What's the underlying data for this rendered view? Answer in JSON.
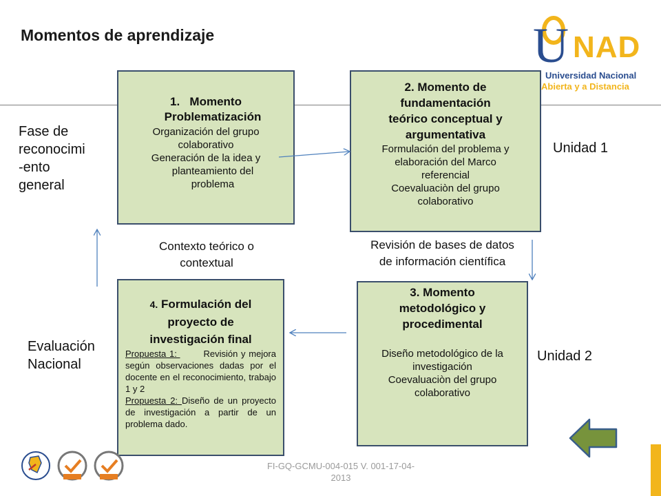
{
  "title": "Momentos de aprendizaje",
  "logo": {
    "u": "U",
    "nad": "NAD",
    "line1": "Universidad Nacional",
    "line2": "Abierta y a Distancia"
  },
  "left_labels": {
    "fase": [
      "Fase de",
      "reconocimi",
      "-ento",
      "general"
    ],
    "evaluacion": [
      "Evaluación",
      "Nacional"
    ]
  },
  "right_labels": {
    "unidad1": "Unidad 1",
    "unidad2": "Unidad 2"
  },
  "box1": {
    "number": "1.",
    "title1": "Momento",
    "title2": "Problematización",
    "lines": [
      "Organización del grupo",
      "colaborativo",
      "Generación de la idea y",
      "planteamiento del",
      "problema"
    ]
  },
  "box2": {
    "title": [
      "2. Momento de",
      "fundamentación",
      "teórico conceptual y",
      "argumentativa"
    ],
    "lines": [
      "Formulación del problema y",
      "elaboración del Marco",
      "referencial",
      "Coevaluaciòn del grupo",
      "colaborativo"
    ]
  },
  "box3": {
    "title": [
      "3. Momento",
      "metodológico y",
      "procedimental"
    ],
    "lines": [
      "Diseño metodológico de la",
      "investigación",
      "Coevaluaciòn del grupo",
      "colaborativo"
    ]
  },
  "box4": {
    "num": "4.",
    "title1": " Formulación del",
    "title2": "proyecto de",
    "title3": "investigación final",
    "p1_label": "Propuesta 1: ",
    "p1_text": "Revisión y mejora según observaciones dadas por el docente en el reconocimiento, trabajo 1 y 2",
    "p2_label": "Propuesta 2: ",
    "p2_text": "Diseño de un proyecto de investigación a partir de un problema dado."
  },
  "notes": {
    "contexto": [
      "Contexto  teórico o",
      "contextual"
    ],
    "revision": [
      "Revisión de bases de datos",
      "de información científica"
    ]
  },
  "footer": [
    "FI-GQ-GCMU-004-015  V. 001-17-04-",
    "2013"
  ],
  "colors": {
    "box_fill": "#d7e4bd",
    "box_border": "#3a4e6b",
    "arrow": "#4f81bd",
    "back_button": "#77933c",
    "accent": "#f2b51c",
    "logo_blue": "#2a4d8f"
  }
}
